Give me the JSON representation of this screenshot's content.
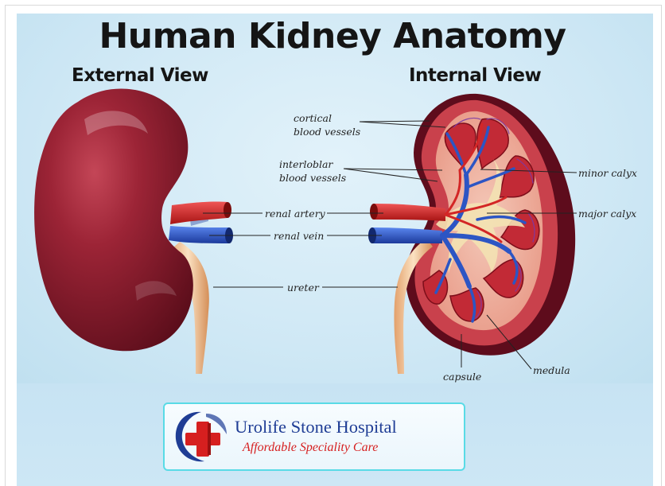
{
  "title": "Human Kidney Anatomy",
  "views": {
    "external": "External View",
    "internal": "Internal View"
  },
  "labels": {
    "cortical_line1": "cortical",
    "cortical_line2": "blood vessels",
    "interlobular_line1": "interloblar",
    "interlobular_line2": "blood vessels",
    "renal_artery": "renal artery",
    "renal_vein": "renal vein",
    "ureter": "ureter",
    "minor_calyx": "minor calyx",
    "major_calyx": "major calyx",
    "capsule": "capsule",
    "medula": "medula"
  },
  "logo": {
    "name": "Urolife Stone Hospital",
    "tagline": "Affordable Speciality Care",
    "colors": {
      "brand_blue": "#1f3d95",
      "brand_red": "#d61f1f",
      "border": "#59dbe6"
    }
  },
  "colors": {
    "kidney": "#8e1d2c",
    "artery": "#d32626",
    "vein": "#2c55c4",
    "ureter": "#e8b07a"
  }
}
